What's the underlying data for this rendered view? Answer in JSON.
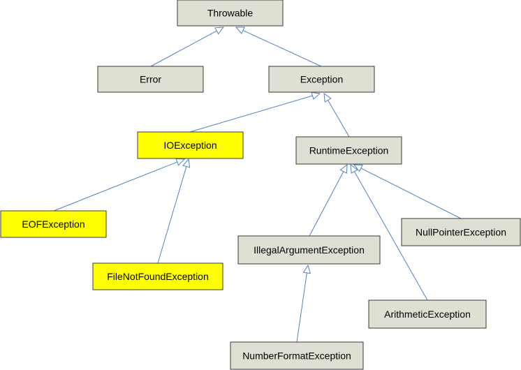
{
  "colors": {
    "standard_fill": "#dfe0d3",
    "highlight_fill": "#ffff00",
    "edge": "#4f81bd",
    "border": "#3a3a3a"
  },
  "nodes": {
    "throwable": {
      "label": "Throwable",
      "style": "standard"
    },
    "error": {
      "label": "Error",
      "style": "standard"
    },
    "exception": {
      "label": "Exception",
      "style": "standard"
    },
    "ioexception": {
      "label": "IOException",
      "style": "highlight"
    },
    "runtimeexception": {
      "label": "RuntimeException",
      "style": "standard"
    },
    "eofexception": {
      "label": "EOFException",
      "style": "highlight"
    },
    "filenotfoundexception": {
      "label": "FileNotFoundException",
      "style": "highlight"
    },
    "nullpointerexception": {
      "label": "NullPointerException",
      "style": "standard"
    },
    "illegalargumentexception": {
      "label": "IllegalArgumentException",
      "style": "standard"
    },
    "arithmeticexception": {
      "label": "ArithmeticException",
      "style": "standard"
    },
    "numberformatexception": {
      "label": "NumberFormatException",
      "style": "standard"
    }
  },
  "edges": [
    {
      "from": "error",
      "to": "throwable"
    },
    {
      "from": "exception",
      "to": "throwable"
    },
    {
      "from": "ioexception",
      "to": "exception"
    },
    {
      "from": "runtimeexception",
      "to": "exception"
    },
    {
      "from": "eofexception",
      "to": "ioexception"
    },
    {
      "from": "filenotfoundexception",
      "to": "ioexception"
    },
    {
      "from": "illegalargumentexception",
      "to": "runtimeexception"
    },
    {
      "from": "arithmeticexception",
      "to": "runtimeexception"
    },
    {
      "from": "nullpointerexception",
      "to": "runtimeexception"
    },
    {
      "from": "numberformatexception",
      "to": "illegalargumentexception"
    }
  ]
}
